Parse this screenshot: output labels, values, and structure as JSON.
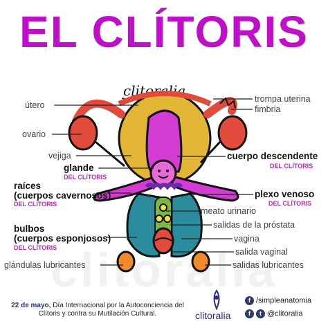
{
  "title": "EL CLÍTORIS",
  "brand_script": "clitoralia",
  "watermark": "clitoralia",
  "colors": {
    "title": "#bf0fc9",
    "accent": "#c121c8",
    "magenta_structure": "#d43bd2",
    "red_tubes": "#e24a3c",
    "yellow_uterus": "#e3b534",
    "teal_bulbs": "#2b8c9e",
    "orange_glands": "#f08a2a"
  },
  "labels": {
    "utero": "útero",
    "ovario": "ovario",
    "vejiga": "vejiga",
    "glande": "glande",
    "glande_sub": "DEL CLÍTORIS",
    "raices": "raíces\n(cuerpos cavernosos)",
    "raices_sub": "DEL CLÍTORIS",
    "bulbos": "bulbos\n(cuerpos esponjosos)",
    "bulbos_sub": "DEL CLÍTORIS",
    "glandulas": "glándulas lubricantes",
    "trompa": "trompa uterina",
    "fimbria": "fimbria",
    "cuerpo_desc": "cuerpo descendente",
    "cuerpo_desc_sub": "DEL CLÍTORIS",
    "plexo": "plexo venoso",
    "plexo_sub": "DEL CLÍTORIS",
    "meato": "meato urinario",
    "prostata": "salidas de la próstata",
    "vagina": "vagina",
    "salida_vaginal": "salida vaginal",
    "salidas_lubricantes": "salidas lubricantes"
  },
  "footer": {
    "date": "22 de mayo,",
    "text": "Día Internacional por la Autoconciencia del Clítoris y contra su Mutilación Cultural."
  },
  "brand": "clitoralia",
  "social": {
    "facebook": "/simpleanatomia",
    "twitter": "@clitoralia"
  }
}
